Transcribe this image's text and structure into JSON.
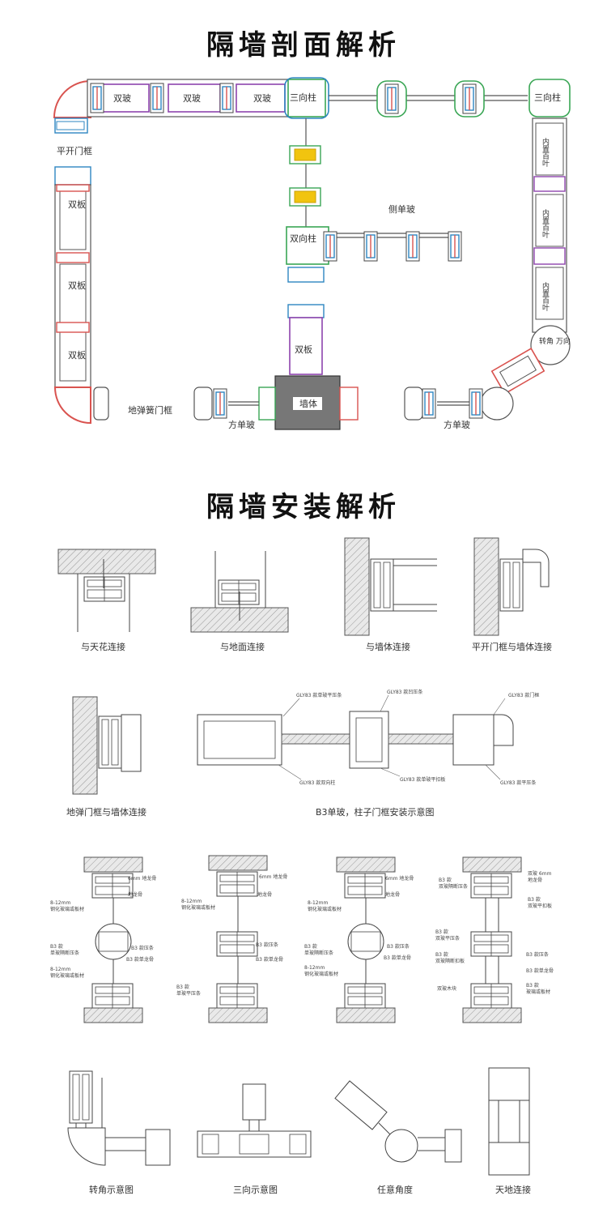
{
  "section1": {
    "title": "隔墙剖面解析",
    "labels": {
      "double_glass_1": "双玻",
      "double_glass_2": "双玻",
      "double_glass_3": "双玻",
      "three_way_left": "三向柱",
      "three_way_right": "三向柱",
      "swing_door_frame": "平开门框",
      "double_board_1": "双板",
      "double_board_2": "双板",
      "double_board_3": "双板",
      "side_single_glass": "侧单玻",
      "two_way_post": "双向柱",
      "blind_1": "内置百叶",
      "blind_2": "内置百叶",
      "blind_3": "内置百叶",
      "universal_corner": "转角 万向",
      "double_board_center": "双板",
      "floor_spring_frame": "地弹簧门框",
      "square_glass_left": "方单玻",
      "wall": "墙体",
      "square_glass_right": "方单玻"
    }
  },
  "section2": {
    "title": "隔墙安装解析",
    "row1": [
      "与天花连接",
      "与地面连接",
      "与墙体连接",
      "平开门框与墙体连接"
    ],
    "row2": {
      "left_caption": "地弹门框与墙体连接",
      "right_caption": "B3单玻，柱子门框安装示意图",
      "callouts": [
        "GLY83 款单玻平压条",
        "GLY83 款凹压条",
        "GLY83 款门框",
        "GLY83 款双向柱",
        "GLY83 款单玻平扣板",
        "GLY83 款平压条"
      ]
    },
    "row3": {
      "d1": [
        "6mm 地龙骨",
        "地龙骨",
        "8-12mm",
        "钢化玻璃或板材",
        "B3 款",
        "单玻隔断压条",
        "B3 款压条",
        "B3 款单龙骨",
        "8-12mm",
        "钢化玻璃或板材"
      ],
      "d2": [
        "6mm 地龙骨",
        "地龙骨",
        "8-12mm",
        "钢化玻璃或板材",
        "B3 款压条",
        "B3 款单龙骨",
        "B3 款",
        "单玻平压条"
      ],
      "d3": [
        "6mm 地龙骨",
        "地龙骨",
        "8-12mm",
        "钢化玻璃或板材",
        "B3 款压条",
        "B3 款单龙骨",
        "B3 款",
        "单玻隔断压条",
        "8-12mm",
        "钢化玻璃或板材"
      ],
      "d4": [
        "B3 款",
        "双玻隔断压条",
        "双玻 6mm",
        "地龙骨",
        "B3 款",
        "双玻平扣板",
        "B3 款",
        "双玻平压条",
        "B3 款",
        "双玻隔断扣板",
        "B3 款压条",
        "B3 款单龙骨",
        "双玻木块",
        "B3 款",
        "玻璃或板材"
      ]
    },
    "row4": [
      "转角示意图",
      "三向示意图",
      "任意角度",
      "天地连接"
    ]
  },
  "colors": {
    "red": "#d9534f",
    "blue": "#2e86c1",
    "green": "#3aa655",
    "purple": "#8e44ad",
    "yellow": "#f1c40f",
    "wall_gray": "#777777"
  }
}
